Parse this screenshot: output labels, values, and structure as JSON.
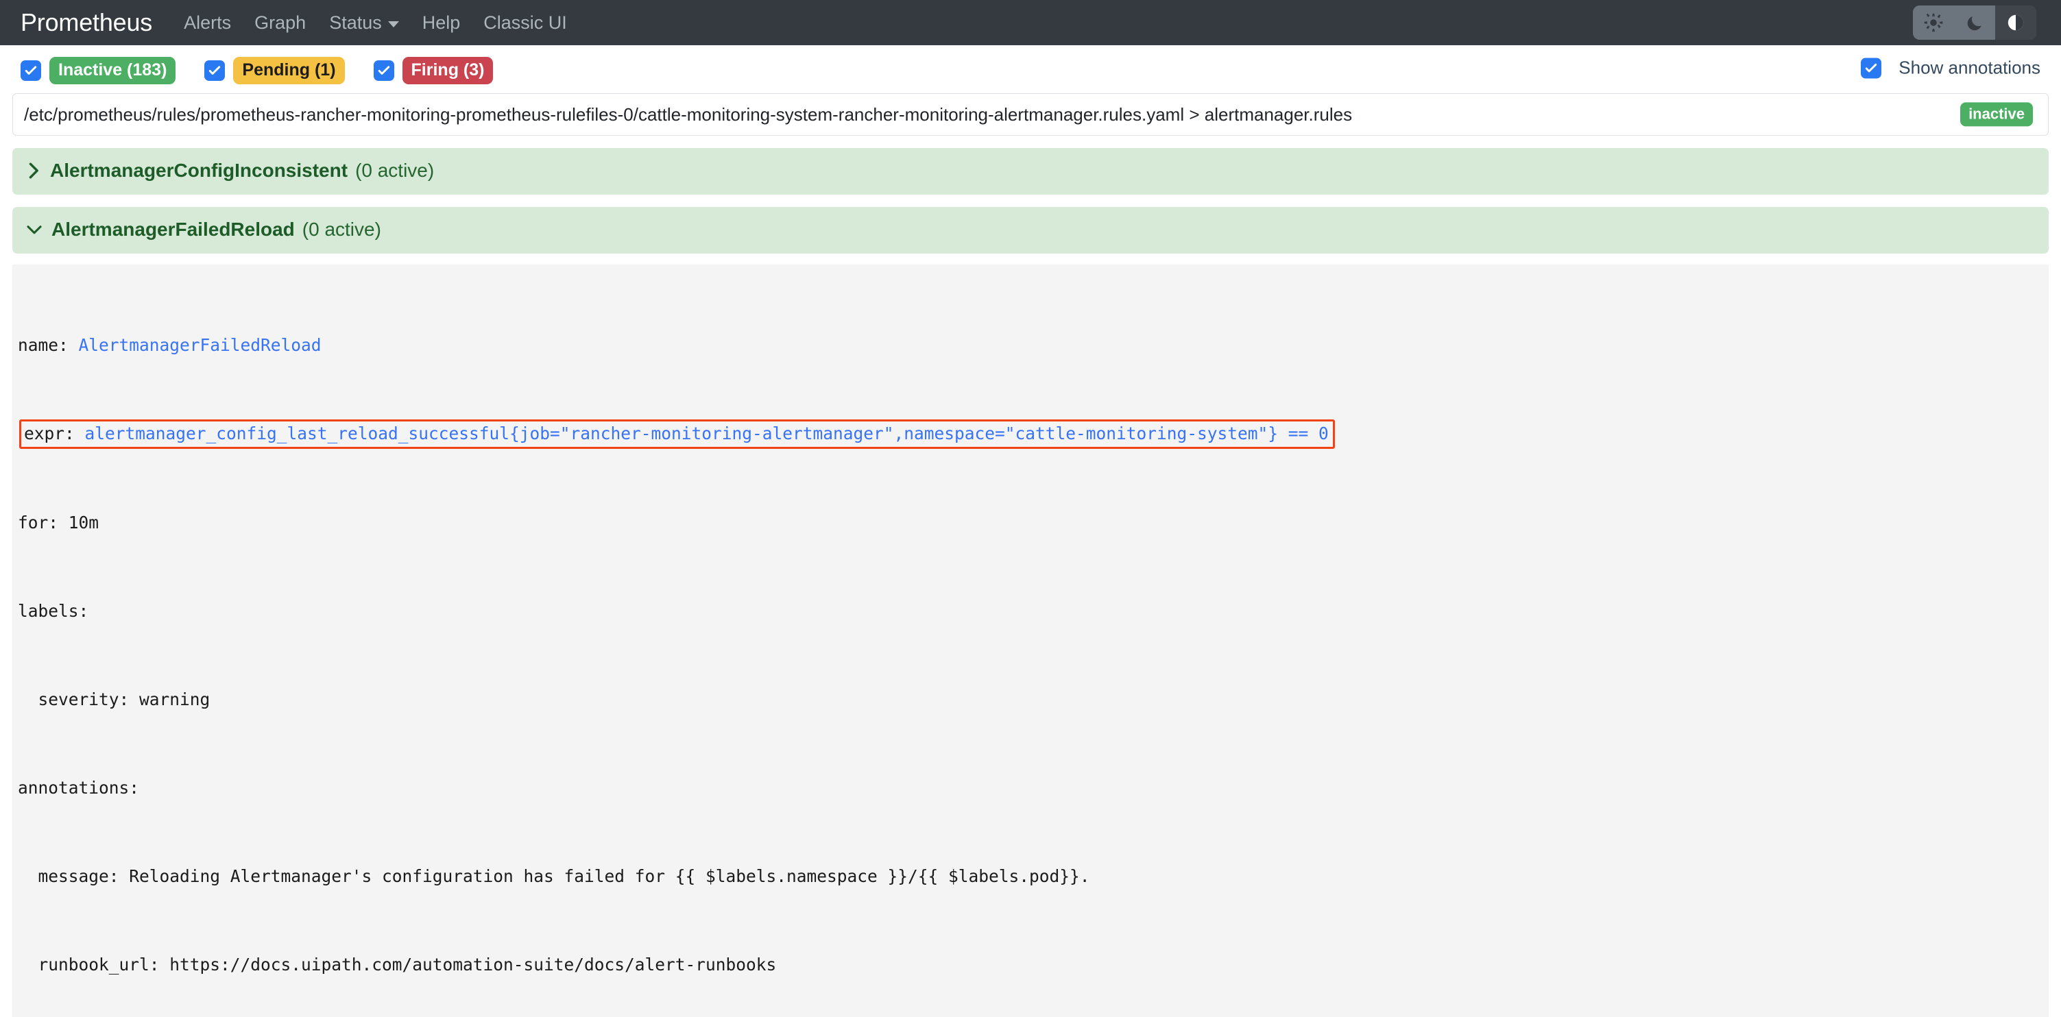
{
  "navbar": {
    "brand": "Prometheus",
    "links": [
      {
        "label": "Alerts",
        "icon": ""
      },
      {
        "label": "Graph",
        "icon": ""
      },
      {
        "label": "Status",
        "icon": "chevron-down-icon"
      },
      {
        "label": "Help",
        "icon": ""
      },
      {
        "label": "Classic UI",
        "icon": ""
      }
    ],
    "theme": {
      "options": [
        {
          "name": "light",
          "icon": "sun-icon",
          "active": false
        },
        {
          "name": "dark",
          "icon": "moon-icon",
          "active": false
        },
        {
          "name": "auto",
          "icon": "half-circle-icon",
          "active": true
        }
      ]
    }
  },
  "filters": {
    "items": [
      {
        "label": "Inactive (183)",
        "state": "inactive",
        "checked": true,
        "color": "#4caf63"
      },
      {
        "label": "Pending (1)",
        "state": "pending",
        "checked": true,
        "color": "#f5c142"
      },
      {
        "label": "Firing (3)",
        "state": "firing",
        "checked": true,
        "color": "#c9444f"
      }
    ],
    "show_annotations": {
      "label": "Show annotations",
      "checked": true
    }
  },
  "rule_group": {
    "path": "/etc/prometheus/rules/prometheus-rancher-monitoring-prometheus-rulefiles-0/cattle-monitoring-system-rancher-monitoring-alertmanager.rules.yaml > alertmanager.rules",
    "status_badge": "inactive"
  },
  "alerts": [
    {
      "name": "AlertmanagerConfigInconsistent",
      "count_label": "(0 active)",
      "expanded": false,
      "chevron": "chevron-right-icon"
    },
    {
      "name": "AlertmanagerFailedReload",
      "count_label": "(0 active)",
      "expanded": true,
      "chevron": "chevron-down-icon"
    }
  ],
  "rule_yaml": {
    "name_key": "name: ",
    "name_value": "AlertmanagerFailedReload",
    "expr_key": "expr: ",
    "expr_value": "alertmanager_config_last_reload_successful{job=\"rancher-monitoring-alertmanager\",namespace=\"cattle-monitoring-system\"} == 0",
    "expr_highlighted": true,
    "highlight_color": "#f34213",
    "for_line": "for: 10m",
    "labels_line": "labels:",
    "severity_line": "  severity: warning",
    "annotations_line": "annotations:",
    "message_line": "  message: Reloading Alertmanager's configuration has failed for {{ $labels.namespace }}/{{ $labels.pod}}.",
    "runbook_line": "  runbook_url: https://docs.uipath.com/automation-suite/docs/alert-runbooks"
  }
}
